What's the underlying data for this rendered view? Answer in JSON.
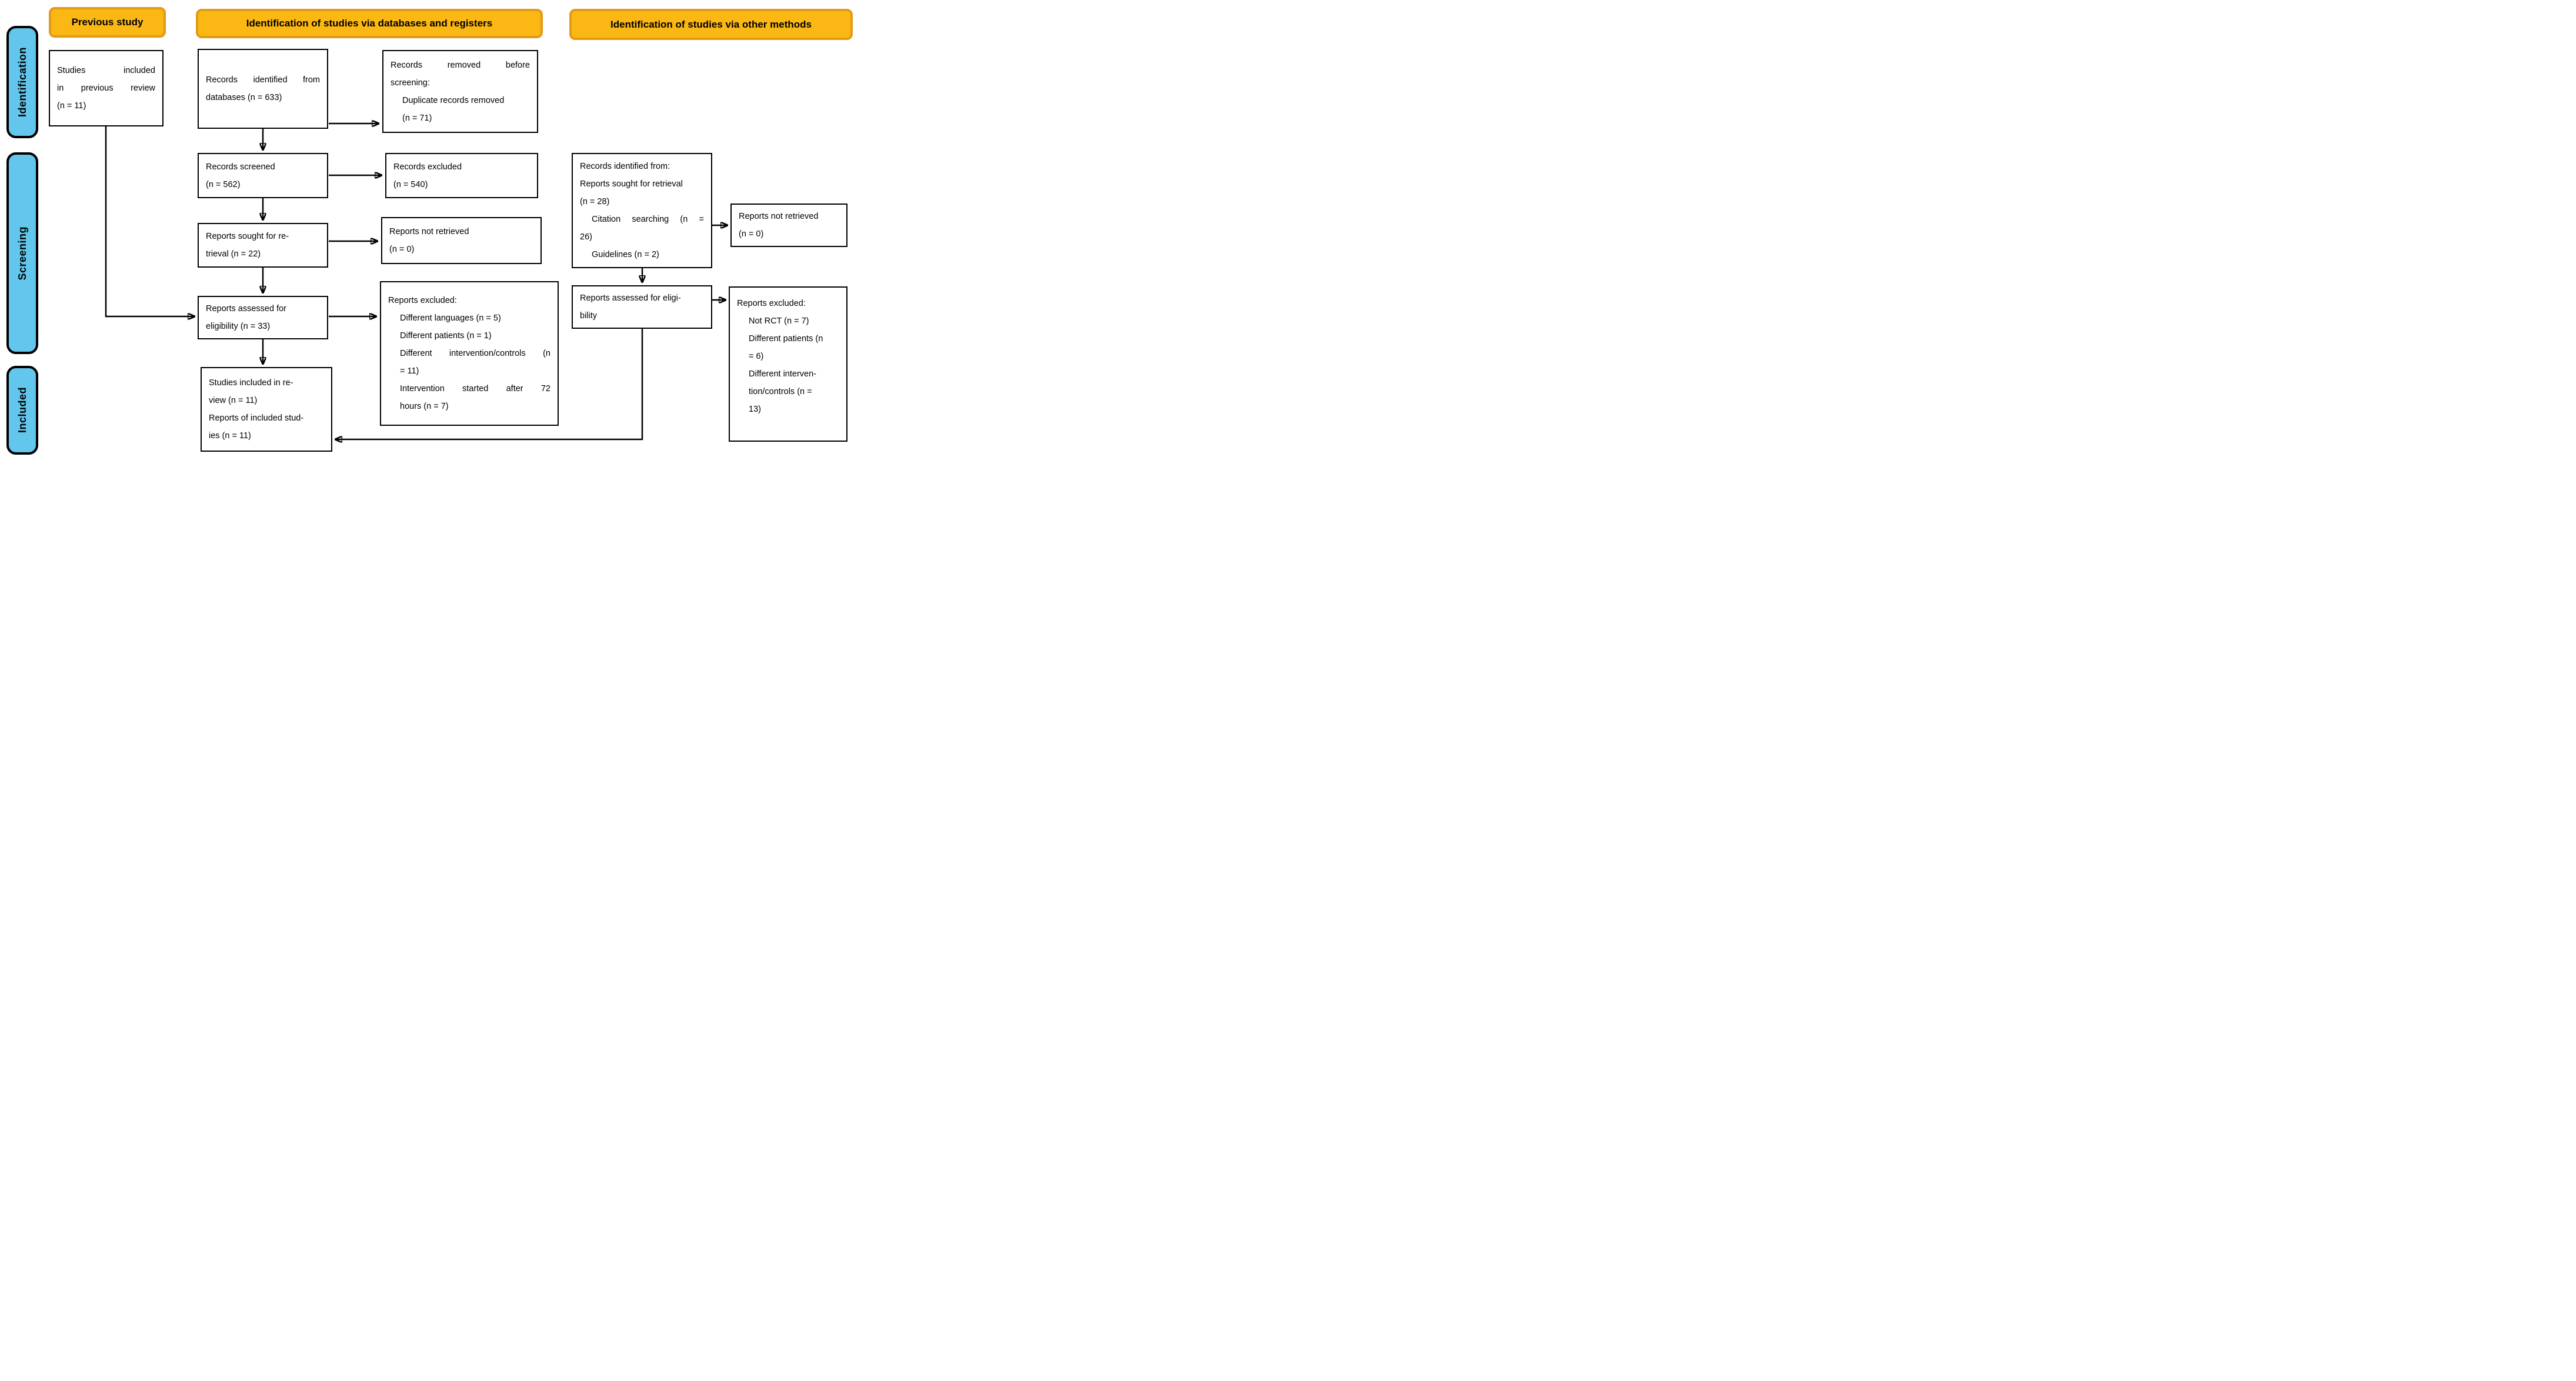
{
  "colors": {
    "header_fill": "#FBB713",
    "header_border": "#E39B16",
    "sidebar_fill": "#63C6EC",
    "box_border": "#000000",
    "arrow": "#000000"
  },
  "stages": [
    {
      "id": "identification",
      "label": "Identification"
    },
    {
      "id": "screening",
      "label": "Screening"
    },
    {
      "id": "included",
      "label": "Included"
    }
  ],
  "headers": {
    "previous_study": "Previous study",
    "via_databases": "Identification of studies via databases and registers",
    "via_other": "Identification of studies via other methods"
  },
  "boxes": {
    "previous_included": {
      "lines": [
        {
          "t": "Studies included",
          "justify": true
        },
        {
          "t": "in previous review",
          "justify": true
        },
        {
          "t": "(n = 11)"
        }
      ]
    },
    "records_identified_db": {
      "lines": [
        {
          "t": "Records identified from",
          "justify": true
        },
        {
          "t": "databases (n = 633)"
        }
      ]
    },
    "records_removed": {
      "lines": [
        {
          "t": "Records removed before",
          "justify": true
        },
        {
          "t": "screening:"
        },
        {
          "t": "Duplicate records removed",
          "indent": true
        },
        {
          "t": "(n = 71)",
          "indent": true
        }
      ]
    },
    "records_screened": {
      "lines": [
        {
          "t": "Records screened"
        },
        {
          "t": "(n = 562)"
        }
      ]
    },
    "records_excluded": {
      "lines": [
        {
          "t": "Records excluded"
        },
        {
          "t": "(n = 540)"
        }
      ]
    },
    "reports_sought": {
      "lines": [
        {
          "t": "Reports sought for re-"
        },
        {
          "t": "trieval (n = 22)"
        }
      ]
    },
    "reports_not_retrieved_db": {
      "lines": [
        {
          "t": "Reports not retrieved"
        },
        {
          "t": "(n = 0)"
        }
      ]
    },
    "reports_assessed_db": {
      "lines": [
        {
          "t": "Reports assessed for"
        },
        {
          "t": "eligibility (n = 33)"
        }
      ]
    },
    "reports_excluded_db": {
      "lines": [
        {
          "t": "Reports excluded:"
        },
        {
          "t": "Different languages (n = 5)",
          "indent": true
        },
        {
          "t": "Different patients (n = 1)",
          "indent": true
        },
        {
          "t": "Different intervention/controls (n",
          "indent": true,
          "justify": true
        },
        {
          "t": "= 11)",
          "indent": true
        },
        {
          "t": "Intervention started after 72",
          "indent": true,
          "justify": true
        },
        {
          "t": "hours (n = 7)",
          "indent": true
        }
      ]
    },
    "studies_included": {
      "lines": [
        {
          "t": "Studies included in re-"
        },
        {
          "t": "view (n = 11)"
        },
        {
          "t": "Reports of included stud-"
        },
        {
          "t": "ies (n = 11)"
        }
      ]
    },
    "records_identified_other": {
      "lines": [
        {
          "t": "Records identified from:"
        },
        {
          "t": "Reports sought for retrieval"
        },
        {
          "t": "(n = 28)"
        },
        {
          "t": "Citation searching (n =",
          "indent": true,
          "justify": true
        },
        {
          "t": "26)"
        },
        {
          "t": "Guidelines (n = 2)",
          "indent": true
        }
      ]
    },
    "reports_not_retrieved_other": {
      "lines": [
        {
          "t": "Reports not retrieved"
        },
        {
          "t": "(n = 0)"
        }
      ]
    },
    "reports_assessed_other": {
      "lines": [
        {
          "t": "Reports assessed for eligi-"
        },
        {
          "t": "bility"
        }
      ]
    },
    "reports_excluded_other": {
      "lines": [
        {
          "t": "Reports excluded:"
        },
        {
          "t": "Not RCT (n = 7)",
          "indent": true
        },
        {
          "t": "Different patients (n",
          "indent": true
        },
        {
          "t": "= 6)",
          "indent": true
        },
        {
          "t": "Different interven-",
          "indent": true
        },
        {
          "t": "tion/controls (n =",
          "indent": true
        },
        {
          "t": "13)",
          "indent": true
        }
      ]
    }
  }
}
